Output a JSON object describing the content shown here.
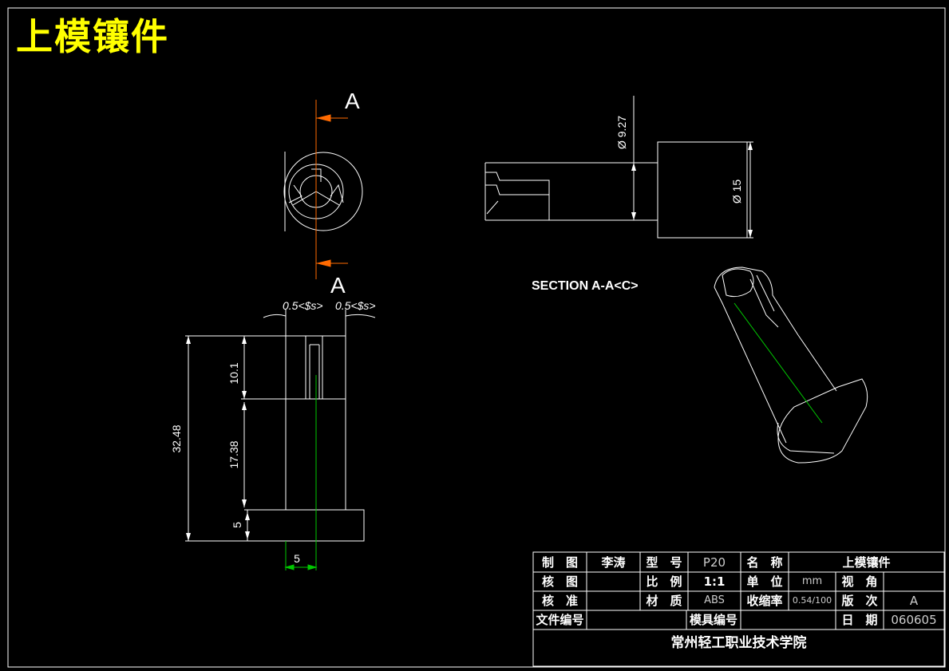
{
  "drawing": {
    "title": "上模镶件",
    "section_mark_top": "A",
    "section_mark_bottom": "A",
    "section_label": "SECTION A-A<C>",
    "colors": {
      "background": "#000000",
      "line": "#ffffff",
      "title": "#ffff00",
      "cut": "#ff6a00",
      "center": "#00c800"
    }
  },
  "dimensions": {
    "dia_small": "Ø 9.27",
    "dia_large": "Ø 15",
    "total_height": "32.48",
    "top_height": "10.1",
    "mid_height": "17.38",
    "base_height": "5",
    "half_width": "5",
    "draft_left": "0.5<$s>",
    "draft_right": "0.5<$s>"
  },
  "title_block": {
    "r1": [
      "制　图",
      "李涛",
      "型　号",
      "P20",
      "名　称",
      "上模镶件"
    ],
    "r2": [
      "核　图",
      "",
      "比　例",
      "1:1",
      "单　位",
      "mm",
      "视　角",
      ""
    ],
    "r3": [
      "核　准",
      "",
      "材　质",
      "ABS",
      "收缩率",
      "0.54/100",
      "版　次",
      "A"
    ],
    "r4": [
      "文件编号",
      "",
      "模具编号",
      "",
      "日　期",
      "060605"
    ],
    "school": "常州轻工职业技术学院"
  }
}
